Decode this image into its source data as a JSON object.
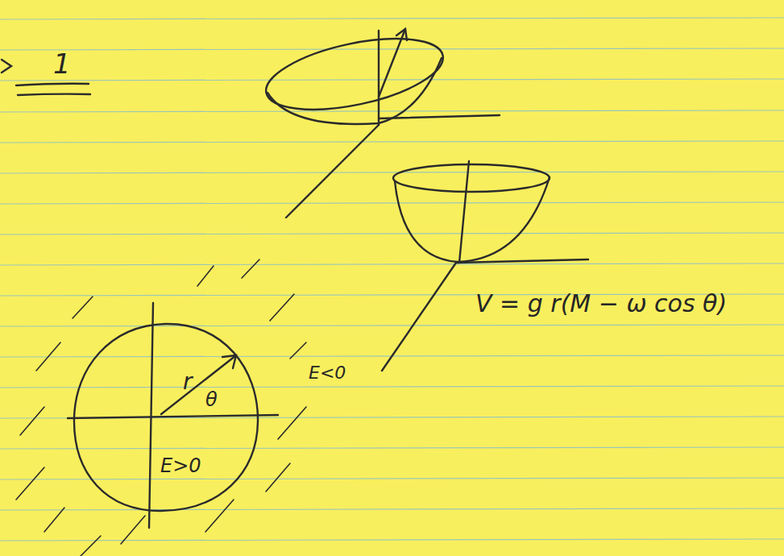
{
  "diagram": {
    "nodes": [
      {
        "text": [
          "r",
          "θ",
          "E>0"
        ]
      }
    ],
    "labels": [
      "1",
      "E<0",
      "V = g r(M − ω cos θ)"
    ]
  }
}
